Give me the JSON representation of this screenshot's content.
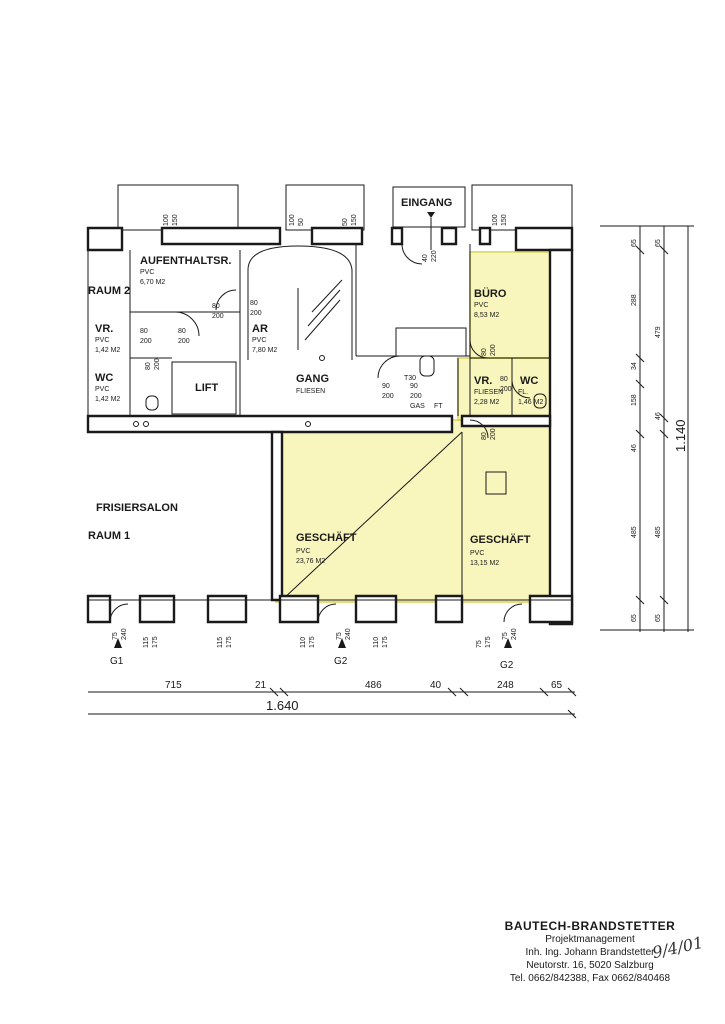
{
  "entrance": "EINGANG",
  "rooms": {
    "aufenthalt": {
      "name": "AUFENTHALTSR.",
      "floor": "PVC",
      "area": "6,70 M2"
    },
    "raum2": {
      "name": "RAUM 2"
    },
    "vr_left": {
      "name": "VR.",
      "floor": "PVC",
      "area": "1,42 M2"
    },
    "wc_left": {
      "name": "WC",
      "floor": "PVC",
      "area": "1,42 M2"
    },
    "lift": {
      "name": "LIFT"
    },
    "ar": {
      "name": "AR",
      "floor": "PVC",
      "area": "7,80 M2"
    },
    "gang": {
      "name": "GANG",
      "floor": "FLIESEN"
    },
    "buero": {
      "name": "BÜRO",
      "floor": "PVC",
      "area": "8,53 M2"
    },
    "vr_right": {
      "name": "VR.",
      "floor": "FLIESEN",
      "area": "2,28 M2"
    },
    "wc_right": {
      "name": "WC",
      "floor": "FL.",
      "area": "1,46 M2"
    },
    "frisiersalon": {
      "name": "FRISIERSALON"
    },
    "raum1": {
      "name": "RAUM 1"
    },
    "geschaeft_left": {
      "name": "GESCHÄFT",
      "floor": "PVC",
      "area": "23,76 M2"
    },
    "geschaeft_right": {
      "name": "GESCHÄFT",
      "floor": "PVC",
      "area": "13,15 M2"
    }
  },
  "door_labels": {
    "top1": [
      "100",
      "150"
    ],
    "top2": [
      "100",
      "50"
    ],
    "top3": [
      "50",
      "150"
    ],
    "top4": [
      "100",
      "150"
    ],
    "eingang": [
      "40",
      "220"
    ],
    "d_aufenthalt": [
      "80",
      "200"
    ],
    "d_vr1": [
      "80",
      "200"
    ],
    "d_vr2": [
      "80",
      "200"
    ],
    "d_wc": [
      "80",
      "200"
    ],
    "d_ar": [
      "80",
      "200"
    ],
    "d_gang": [
      "90",
      "200"
    ],
    "d_gang2": [
      "90",
      "200"
    ],
    "t30": "T30",
    "gas": "GAS",
    "ft": "FT",
    "d_buero": [
      "80",
      "200"
    ],
    "d_vr3": [
      "80",
      "200"
    ],
    "d_wcr": [
      "80",
      "200"
    ],
    "d_gesch": [
      "80",
      "200"
    ]
  },
  "bottom_markers": {
    "g1": "G1",
    "g2a": "G2",
    "g2b": "G2",
    "w1": [
      "75",
      "240"
    ],
    "w2": [
      "115",
      "175"
    ],
    "w3": [
      "115",
      "175"
    ],
    "w4": [
      "110",
      "175"
    ],
    "w5": [
      "75",
      "240"
    ],
    "w6": [
      "110",
      "175"
    ],
    "w7": [
      "75",
      "175"
    ],
    "w8": [
      "75",
      "240"
    ]
  },
  "dim_horizontal": {
    "segments": [
      "715",
      "21",
      "486",
      "40",
      "248",
      "65"
    ],
    "total": "1.640"
  },
  "dim_vertical": {
    "inner": [
      "65",
      "288",
      "34",
      "158",
      "46",
      "485",
      "65"
    ],
    "outer": [
      "65",
      "479",
      "46",
      "485",
      "65"
    ],
    "total": "1.140"
  },
  "title_block": {
    "company": "BAUTECH-BRANDSTETTER",
    "line1": "Projektmanagement",
    "line2": "Inh. Ing. Johann Brandstetter",
    "line3": "Neutorstr. 16, 5020 Salzburg",
    "line4": "Tel. 0662/842388, Fax 0662/840468",
    "handwritten_date": "9/4/01"
  }
}
